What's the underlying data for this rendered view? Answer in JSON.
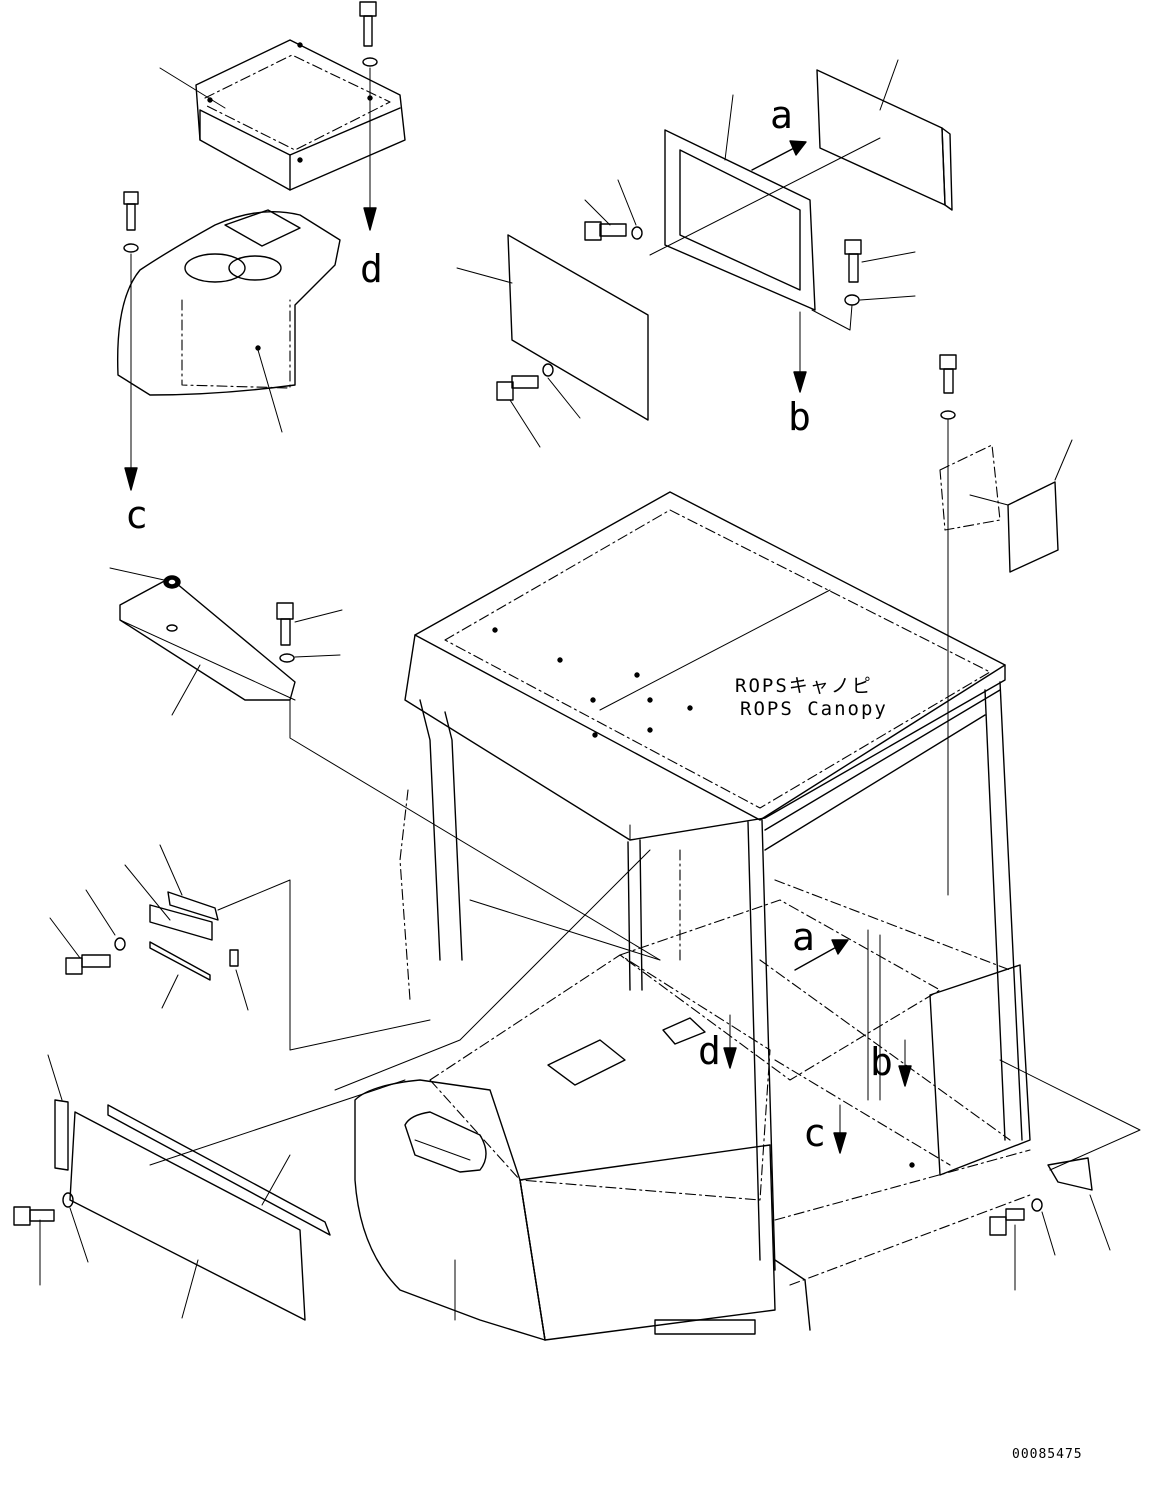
{
  "labels": {
    "a": "a",
    "b": "b",
    "c": "c",
    "d": "d"
  },
  "canopy_jp": "ROPSキャノピ",
  "canopy_en": "ROPS Canopy",
  "drawing_number": "00085475"
}
